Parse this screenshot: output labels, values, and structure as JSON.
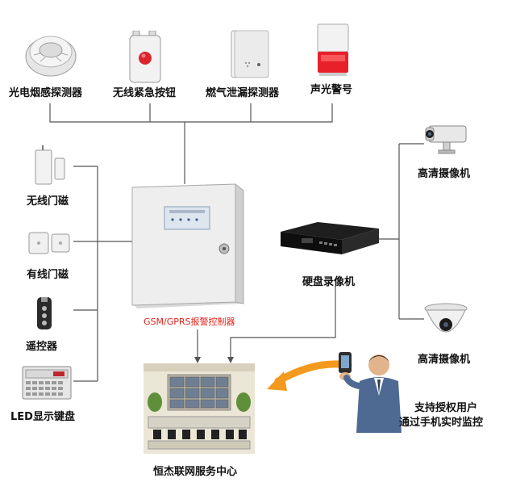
{
  "devices": {
    "smoke_detector": "光电烟感探测器",
    "wireless_panic_button": "无线紧急按钮",
    "gas_leak_detector": "燃气泄漏探测器",
    "siren_strobe": "声光警号",
    "wireless_door_contact": "无线门磁",
    "wired_door_contact": "有线门磁",
    "remote_control": "遥控器",
    "led_keypad": "LED显示键盘",
    "hd_camera_top": "高清摄像机",
    "hd_camera_bottom": "高清摄像机",
    "dvr": "硬盘录像机"
  },
  "controller": {
    "label": "GSM/GPRS报警控制器"
  },
  "service_center": {
    "label": "恒杰联网服务中心"
  },
  "mobile": {
    "line1": "支持授权用户",
    "line2": "通过手机实时监控"
  },
  "colors": {
    "wire": "#555555",
    "controller_label": "#e2231a",
    "arrow_orange": "#f39a1e",
    "siren_red": "#e8202a"
  }
}
